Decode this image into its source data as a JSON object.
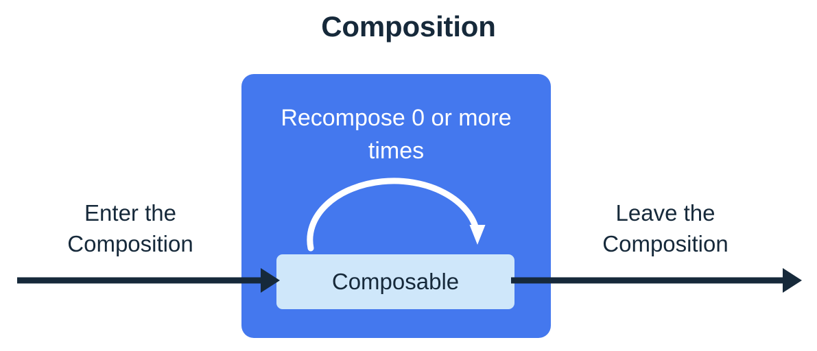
{
  "diagram": {
    "title": "Composition",
    "colors": {
      "background": "#ffffff",
      "title_text": "#16293a",
      "composition_fill": "#4478ee",
      "composable_fill": "#cfe7fa",
      "composable_text": "#16293a",
      "recompose_text": "#ffffff",
      "loop_arrow": "#ffffff",
      "flow_arrow": "#16293a",
      "side_label_text": "#16293a"
    },
    "composition_box": {
      "label": "Composition"
    },
    "recompose_loop": {
      "label": "Recompose 0 or more times",
      "icon": "loop-arc-arrow"
    },
    "composable_node": {
      "label": "Composable"
    },
    "enter_flow": {
      "label": "Enter the Composition",
      "icon": "arrow-right-icon"
    },
    "leave_flow": {
      "label": "Leave the Composition",
      "icon": "arrow-right-icon"
    }
  }
}
